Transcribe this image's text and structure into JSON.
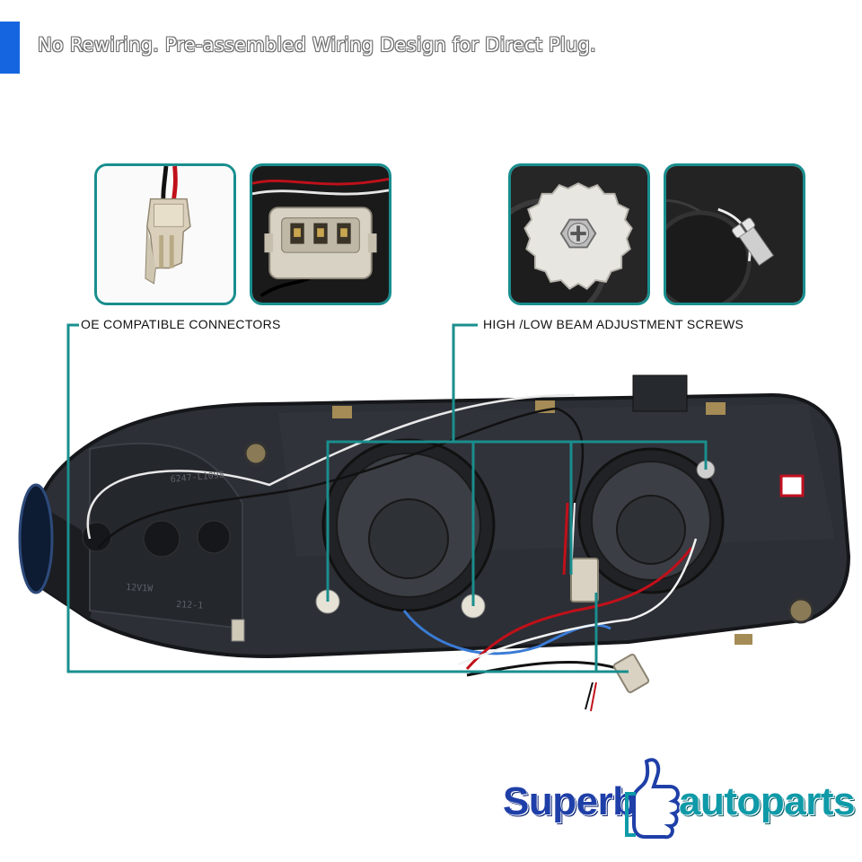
{
  "header": {
    "headline": "No Rewiring. Pre-assembled Wiring Design for Direct Plug.",
    "accent_color": "#1565e0"
  },
  "callouts": {
    "connectors_label": "OE COMPATIBLE CONNECTORS",
    "screws_label": "HIGH /LOW BEAM ADJUSTMENT SCREWS",
    "line_color": "#1a8e8e"
  },
  "product_markings": {
    "part_number": "6247-L1098",
    "bulb_label": "12V1W",
    "code_label": "212-1"
  },
  "insets": [
    {
      "name": "t10-wedge-connector-inset",
      "subject": "single wedge bulb connector"
    },
    {
      "name": "three-pin-plug-inset",
      "subject": "three pin plug connector"
    },
    {
      "name": "adjustment-screw-front-inset",
      "subject": "adjustment screw top view"
    },
    {
      "name": "adjustment-screw-side-inset",
      "subject": "adjustment screw side view"
    }
  ],
  "brand": {
    "word_left": "Superb",
    "word_right": "autoparts",
    "icon": "thumbs-up-icon",
    "color_primary": "#1f3fa8",
    "color_secondary": "#0f9aa8"
  }
}
